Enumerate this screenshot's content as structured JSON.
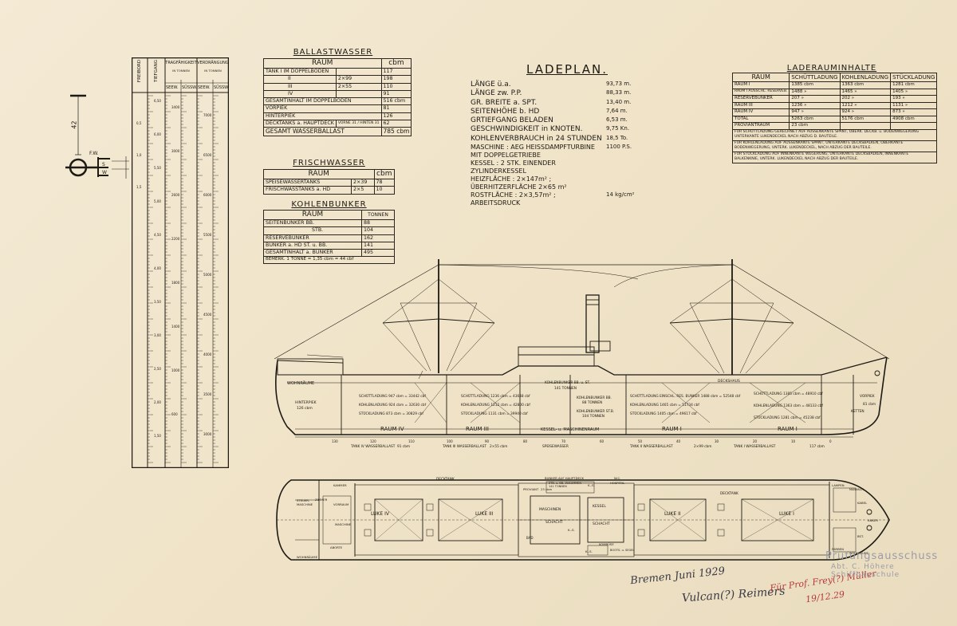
{
  "ballastwasser": {
    "title": "BALLASTWASSER",
    "col_raum": "RAUM",
    "col_unit": "cbm",
    "rows": [
      {
        "name": "TANK I IM DOPPELBODEN",
        "sub": "",
        "value": "117"
      },
      {
        "name": "II",
        "sub": "2×99",
        "value": "198"
      },
      {
        "name": "III",
        "sub": "2×55",
        "value": "110"
      },
      {
        "name": "IV",
        "sub": "",
        "value": "91"
      },
      {
        "name": "GESAMTINHALT IM DOPPELBODEN",
        "sub": "",
        "value": "516 cbm"
      },
      {
        "name": "VORPIEK",
        "sub": "",
        "value": "81"
      },
      {
        "name": "HINTERPIEK",
        "sub": "",
        "value": "126"
      },
      {
        "name": "DECKTANKS a. HAUPTDECK",
        "sub": "VORNE 31 / HINTEN 31",
        "value": "62"
      },
      {
        "name": "GESAMT WASSERBALLAST",
        "sub": "",
        "value": "785 cbm"
      }
    ]
  },
  "frischwasser": {
    "title": "FRISCHWASSER",
    "col_raum": "RAUM",
    "col_unit": "cbm",
    "rows": [
      {
        "name": "SPEISEWASSERTANKS",
        "sub": "2×39",
        "value": "78"
      },
      {
        "name": "FRISCHWASSTANKS a. HD",
        "sub": "2×5",
        "value": "10"
      }
    ]
  },
  "kohlenbunker": {
    "title": "KOHLENBUNKER",
    "col_raum": "RAUM",
    "col_unit": "TONNEN",
    "rows": [
      {
        "name": "SEITENBUNKER BB.",
        "value": "88"
      },
      {
        "name": "STB.",
        "value": "104"
      },
      {
        "name": "RESERVEBUNKER",
        "value": "162"
      },
      {
        "name": "BUNKER a. HD  ST. u. BB.",
        "value": "141"
      },
      {
        "name": "GESAMTINHALT a. BUNKER",
        "value": "495"
      }
    ],
    "note": "BEMERK. 1 TONNE = 1,35 cbm = 44 cbf"
  },
  "ladeplan": {
    "title": "LADEPLAN.",
    "specs": [
      {
        "label": "LÄNGE ü.a.",
        "value": "93,73 m."
      },
      {
        "label": "LÄNGE zw. P.P.",
        "value": "88,33 m."
      },
      {
        "label": "GR. BREITE a. SPT.",
        "value": "13,40 m."
      },
      {
        "label": "SEITENHÖHE b. HD",
        "value": "7,64 m."
      },
      {
        "label": "GRTIEFGANG BELADEN",
        "value": "6,53 m."
      },
      {
        "label": "GESCHWINDIGKEIT in KNOTEN.",
        "value": "9,75 Kn."
      },
      {
        "label": "KOHLENVERBRAUCH in 24 STUNDEN",
        "value": "18,5 To."
      },
      {
        "label": "MASCHINE : AEG HEISSDAMPFTURBINE MIT DOPPELGETRIEBE",
        "value": "1100 P.S."
      },
      {
        "label": "KESSEL : 2 STK. EINENDER ZYLINDERKESSEL",
        "value": ""
      },
      {
        "label": "HEIZFLÄCHE : 2×147m² ; ÜBERHITZERFLÄCHE 2×65 m²",
        "value": ""
      },
      {
        "label": "ROSTFLÄCHE : 2×3,57m² ; ARBEITSDRUCK",
        "value": "14 kg/cm²"
      }
    ]
  },
  "laderauminhalte": {
    "title": "LADERAUMINHALTE",
    "headers": [
      "RAUM",
      "SCHÜTTLADUNG",
      "KOHLENLADUNG",
      "STÜCKLADUNG"
    ],
    "rows": [
      [
        "RAUM I",
        "1385 cbm",
        "1363 cbm",
        "1281 cbm"
      ],
      [
        "RAUM I AUSSCHL. RESERVEB.",
        "1488 »",
        "1465 »",
        "1405 »"
      ],
      [
        "RESERVEBUNKER",
        "207 »",
        "202 »",
        "193 »"
      ],
      [
        "RAUM III",
        "1236 »",
        "1212 »",
        "1131 »"
      ],
      [
        "RAUM IV",
        "947 »",
        "924 »",
        "873 »"
      ],
      [
        "TOTAL",
        "5263 cbm",
        "5176 cbm",
        "4908 cbm"
      ],
      [
        "PROVIANTRAUM",
        "23 cbm",
        "",
        ""
      ]
    ],
    "notes": [
      "FÜR SCHÜTTLADUNG GERECHNET AUF AUSSENKANTE SPANT, OBERK. DECKB. u. BODENWEGERUNG",
      "UNTERKANTE LUKENDECKEL NACH ABZUG D. BAUTEILE.",
      "FÜR KOHLENLADUNG AUF AUSSENKANTE SPANT, UNTERKANTE DECKSBALKEN, OBERKANTE",
      "BODENWEGERUNG, UNTERK. LUKENDECKEL, NACH ABZUG DER BAUTEILE.",
      "FÜR STÜCKLADUNG AUF INNENKANTE WEGERUNG, UNTERKANTE DECKSBALKEN, INNENKANTE",
      "BALKENKNIE, UNTERK. LUKENDECKEL NACH ABZUG DER BAUTEILE."
    ]
  },
  "scale_table": {
    "headers": [
      "FREIBORD",
      "TIEFGANG",
      "TRAGFÄHIGKEIT",
      "VERDRÄNGUNG"
    ],
    "subheaders": [
      "SEEW.",
      "SÜSSW.",
      "SEEW.",
      "SÜSSW."
    ],
    "sub_note": "IN TONNEN",
    "tiefgang_marks": [
      "6,50",
      "6,00",
      "5,50",
      "5,00",
      "4,50",
      "4,00",
      "3,50",
      "3,00",
      "2,50",
      "2,00",
      "1,50"
    ],
    "trag_marks": [
      "3400",
      "3000",
      "2600",
      "2200",
      "1800",
      "1400",
      "1000",
      "600"
    ],
    "verd_marks": [
      "7000",
      "6500",
      "6000",
      "5500",
      "5000",
      "4500",
      "4000",
      "3500",
      "3000"
    ],
    "freibord_marks": [
      "0,5",
      "1,0",
      "1,5"
    ]
  },
  "freeboard_mark": {
    "fw": "F.W.",
    "s": "S",
    "w": "W",
    "dim": "42"
  },
  "profile": {
    "labels": {
      "wohnraume": "WOHNRÄUME",
      "hinterpiek": "HINTERPIEK",
      "hinterpiek_val": "126 cbm",
      "raum4": "RAUM IV",
      "raum3": "RAUM III",
      "kessel": "KESSEL- u. MASCHINENRAUM",
      "raum1": "RAUM I",
      "kohlenbunker_hd": "KOHLENBUNKER BB. u. ST.",
      "kohlenbunker_hd_val": "141 TONNEN",
      "reservebunker": "KOHLENBUNKER BB.",
      "reservebunker_val": "88 TONNEN",
      "kohlenbunker_stb": "KOHLENBUNKER ST.B.",
      "kohlenbunker_stb_val": "104 TONNEN",
      "vorpiek": "VORPIEK",
      "vorpiek_val": "81 cbm",
      "ketten": "KETTEN",
      "r4_schutt": "SCHÜTTLADUNG 947 cbm = 33442 cbf",
      "r4_kohlen": "KOHLENLADUNG 924 cbm = 32630 cbf",
      "r4_stuck": "STÜCKLADUNG 873 cbm = 30829 cbf",
      "r3_schutt": "SCHÜTTLADUNG 1236 cbm = 43648 cbf",
      "r3_kohlen": "KOHLENLADUNG 1212 cbm = 42800 cbf",
      "r3_stuck": "STÜCKLADUNG 1131 cbm = 39940 cbf",
      "r1_schutt": "SCHÜTTLADUNG EINSCHL. RES. BUNKER 1488 cbm = 52548 cbf",
      "r1_kohlen": "KOHLENLADUNG 1465 cbm = 51734 cbf",
      "r1_stuck": "STÜCKLADUNG 1405 cbm = 49617 cbf",
      "ri_schutt": "SCHÜTTLADUNG 1385 cbm = 48910 cbf",
      "ri_kohlen": "KOHLENLADUNG 1363 cbm = 48133 cbf",
      "ri_stuck": "STÜCKLADUNG 1281 cbm = 45238 cbf",
      "tank4": "TANK IV WASSERBALLAST",
      "tank4_val": "91 cbm",
      "tank3": "TANK III WASSERBALLAST",
      "tank3_val": "2×55 cbm",
      "speise": "SPEISEWASSER",
      "tank2": "TANK II WASSERBALLAST",
      "tank2_val": "2×99 cbm",
      "tank1": "TANK I WASSERBALLAST",
      "tank1_val": "117 cbm",
      "wohnraum_aft": "WOHNRÄUME",
      "deckhaus": "DECKSHAUS"
    },
    "frames": [
      "0",
      "10",
      "20",
      "30",
      "40",
      "50",
      "60",
      "70",
      "80",
      "90",
      "100",
      "110",
      "120",
      "130"
    ]
  },
  "plan": {
    "labels": {
      "luke4": "LUKE IV",
      "luke3": "LUKE III",
      "luke2": "LUKE II",
      "luke1": "LUKE I",
      "decktank_aft": "DECKTANK",
      "decktank_fwd": "DECKTANK",
      "proviant": "PROVIANT",
      "proviant_val": "23 cbm",
      "maschinen": "MASCHINEN",
      "schacht": "SCHACHT",
      "kessel": "KESSEL",
      "kessel_schacht": "SCHACHT",
      "bad": "BAD",
      "hospital": "HOSPITAL",
      "wc": "W.C.",
      "kammer": "KAMMER",
      "vorraum": "VORRAUM",
      "aborte": "ABORTE",
      "bunker_hd": "BUNKER AUF HAUPTDECK",
      "bunker_hd_val": "STB. u. BB. ZUSAMMEN 141 TONNEN",
      "aft1": "STEUER-MASCHINE",
      "aft2": "ZIMMER",
      "aft3": "MASCHINE",
      "fwd_ankerwinde": "ANKER",
      "fwd_lamp": "LAMPEN",
      "fwd_farb": "FARBEN",
      "fwd_kabel": "KABEL",
      "fwd_bst": "BST.",
      "fwd_mann": "MANNSCH.",
      "fwd_mann2": "WOHNRÄUME",
      "kombuse": "KOMBÜSE",
      "ks": "K.-S.",
      "k3": "K.-S.",
      "kuhl": "BOOTS- u. SEGEL",
      "gl": "K.-S."
    }
  },
  "signatures": {
    "place_date": "Bremen Juni 1929",
    "signer": "Vulcan(?) Reimers",
    "examiner": "Für Prof. Frey(?) Müller",
    "examiner_date": "19/12.29"
  },
  "stamp": {
    "line1": "Prüfungsausschuss",
    "line2": "Abt. C. Höhere Schiffbauschule"
  }
}
